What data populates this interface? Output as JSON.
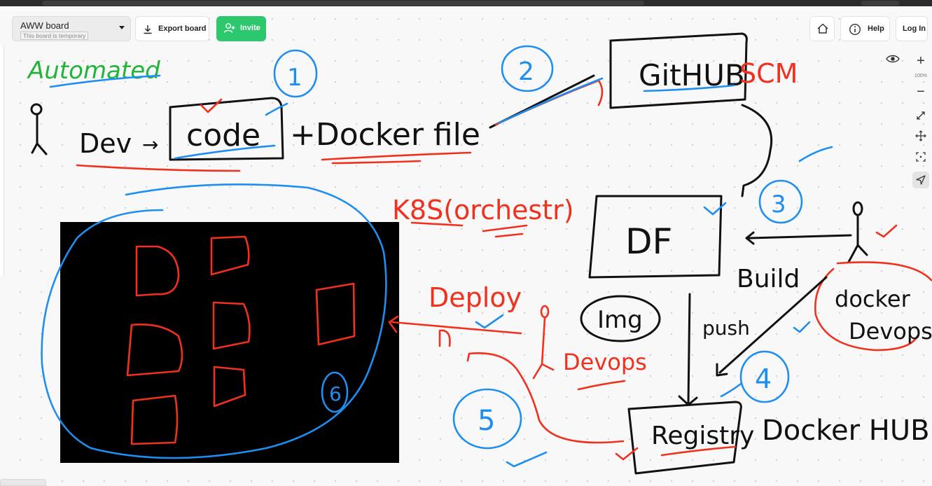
{
  "toolbar": {
    "board_name": "AWW board",
    "board_note": "This board is temporary",
    "export_label": "Export board",
    "invite_label": "Invite",
    "help_label": "Help",
    "login_label": "Log In",
    "zoom_level": "100%"
  },
  "colors": {
    "invite_green": "#2dc76d",
    "ink_black": "#111111",
    "ink_red": "#f0311e",
    "ink_blue": "#1e8ef0",
    "ink_green": "#22b33a"
  },
  "whiteboard": {
    "automated": "Automated",
    "dev": "Dev",
    "arrow": "→",
    "code": "code",
    "dockerfile": "+Docker file",
    "github": "GitHUB",
    "scm": "SCM",
    "k8s": "K8S(orchestr)",
    "df": "DF",
    "build": "Build",
    "docker_devops": [
      "docker",
      "Devops"
    ],
    "deploy": "Deploy",
    "devops": "Devops",
    "img": "Img",
    "push": "push",
    "registry": "Registry",
    "docker_hub": "Docker HUB",
    "step_1": "1",
    "step_2": "2",
    "step_3": "3",
    "step_4": "4",
    "step_5": "5",
    "step_6": "6"
  }
}
